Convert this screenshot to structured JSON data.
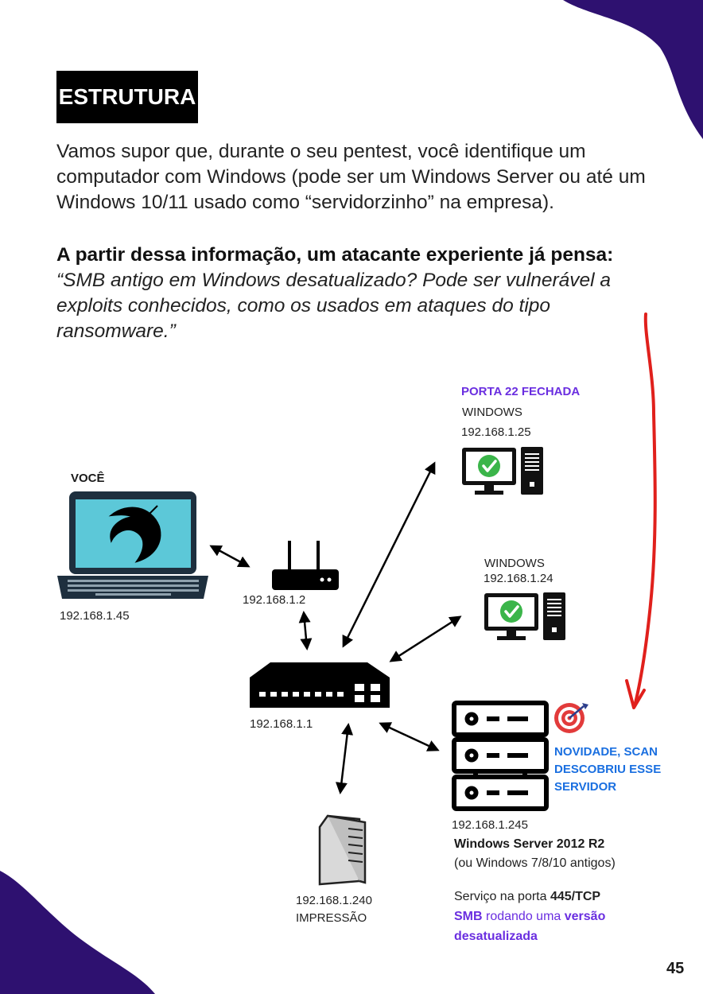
{
  "header": {
    "title": "ESTRUTURA"
  },
  "text": {
    "intro": "Vamos supor que, durante o seu pentest, você identifique um computador com Windows (pode ser um Windows Server ou até um Windows 10/11 usado como “servidorzinho” na empresa).",
    "lead": "A partir dessa informação, um atacante experiente já pensa:",
    "quote": " “SMB antigo em Windows desatualizado? Pode ser vulnerável a exploits conhecidos, como os usados em ataques do tipo ransomware.”"
  },
  "nodes": {
    "you": {
      "label": "VOCÊ",
      "ip": "192.168.1.45"
    },
    "router": {
      "ip": "192.168.1.2"
    },
    "switch": {
      "ip": "192.168.1.1"
    },
    "win1": {
      "note": "PORTA 22 FECHADA",
      "os": "WINDOWS",
      "ip": "192.168.1.25"
    },
    "win2": {
      "os": "WINDOWS",
      "ip": "192.168.1.24"
    },
    "server": {
      "note": "NOVIDADE, SCAN DESCOBRIU ESSE SERVIDOR",
      "note_lines": [
        "NOVIDADE, SCAN",
        "DESCOBRIU ESSE",
        "SERVIDOR"
      ],
      "ip": "192.168.1.245",
      "os": "Windows Server 2012 R2",
      "os_alt": "(ou Windows 7/8/10 antigos)",
      "svc_pre": "Serviço na porta ",
      "svc_port": "445/TCP",
      "svc_proto": "SMB",
      "svc_mid": " rodando uma ",
      "svc_ver": "versão",
      "svc_old": "desatualizada"
    },
    "printer": {
      "ip": "192.168.1.240",
      "label": "IMPRESSÃO"
    }
  },
  "footer": {
    "page_number": "45"
  },
  "colors": {
    "accent_purple": "#6a2ee0",
    "accent_blue": "#1a6fe0",
    "blob": "#2e1170",
    "annotation_red": "#e0201c",
    "check_green": "#3bb54a"
  },
  "icons": [
    "kali-dragon-icon",
    "router-icon",
    "switch-icon",
    "desktop-check-icon",
    "server-rack-icon",
    "target-icon",
    "printer-tower-icon"
  ]
}
